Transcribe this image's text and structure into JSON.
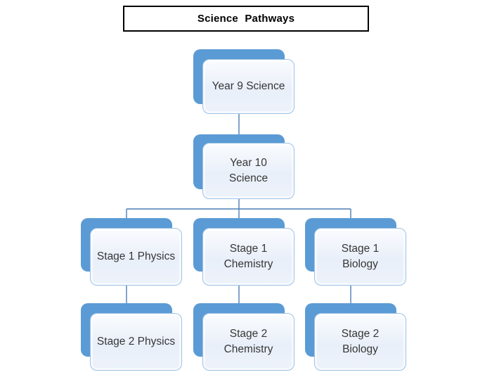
{
  "title": "Science Pathways",
  "colors": {
    "node_back": "#5B9BD5",
    "node_border": "#9DC3E6",
    "node_fill_top": "#FAFCFE",
    "node_fill_mid": "#E9EFF9",
    "node_fill_bottom": "#EDF2FA",
    "connector": "#4D7EB8",
    "title_border": "#000000",
    "text": "#363636",
    "canvas_bg": "#FFFFFF"
  },
  "diagram": {
    "type": "hierarchy-flowchart",
    "nodes": [
      {
        "id": "year9-science",
        "label": "Year 9 Science"
      },
      {
        "id": "year10-science",
        "label": "Year 10\nScience"
      },
      {
        "id": "stage1-physics",
        "label": "Stage 1 Physics"
      },
      {
        "id": "stage1-chemistry",
        "label": "Stage 1\nChemistry"
      },
      {
        "id": "stage1-biology",
        "label": "Stage 1\nBiology"
      },
      {
        "id": "stage2-physics",
        "label": "Stage 2 Physics"
      },
      {
        "id": "stage2-chemistry",
        "label": "Stage 2\nChemistry"
      },
      {
        "id": "stage2-biology",
        "label": "Stage 2\nBiology"
      }
    ],
    "edges": [
      {
        "from": "year9-science",
        "to": "year10-science"
      },
      {
        "from": "year10-science",
        "to": "stage1-physics"
      },
      {
        "from": "year10-science",
        "to": "stage1-chemistry"
      },
      {
        "from": "year10-science",
        "to": "stage1-biology"
      },
      {
        "from": "stage1-physics",
        "to": "stage2-physics"
      },
      {
        "from": "stage1-chemistry",
        "to": "stage2-chemistry"
      },
      {
        "from": "stage1-biology",
        "to": "stage2-biology"
      }
    ]
  }
}
